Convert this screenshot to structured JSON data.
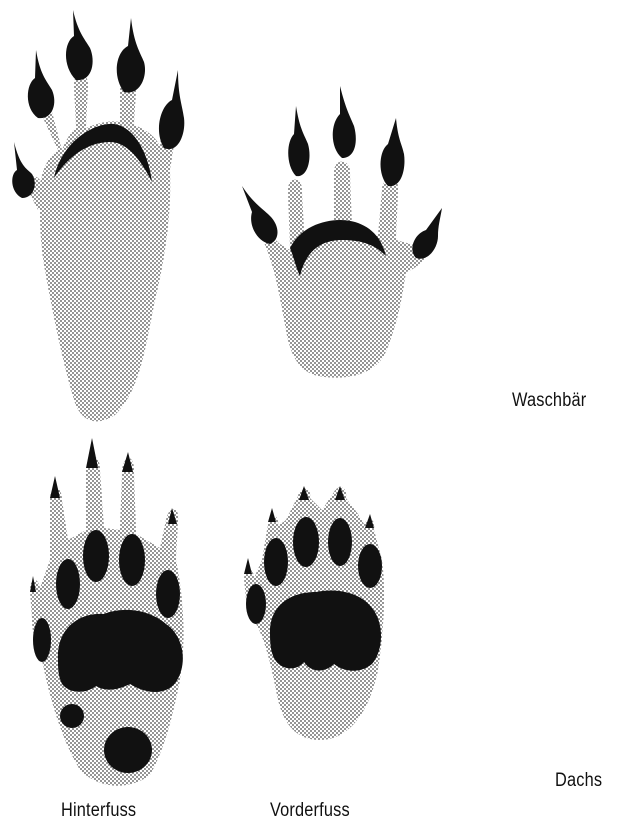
{
  "labels": {
    "species_top": "Waschbär",
    "species_bottom": "Dachs",
    "column_left": "Hinterfuss",
    "column_right": "Vorderfuss"
  },
  "figure": {
    "sole_pattern": "dotted-stipple",
    "ink_color": "#111111",
    "stipple_color": "#777777",
    "background": "#ffffff",
    "prints": [
      {
        "species": "Waschbär",
        "foot": "Hinterfuss",
        "toes": 5
      },
      {
        "species": "Waschbär",
        "foot": "Vorderfuss",
        "toes": 5
      },
      {
        "species": "Dachs",
        "foot": "Hinterfuss",
        "toes": 5
      },
      {
        "species": "Dachs",
        "foot": "Vorderfuss",
        "toes": 5
      }
    ]
  }
}
